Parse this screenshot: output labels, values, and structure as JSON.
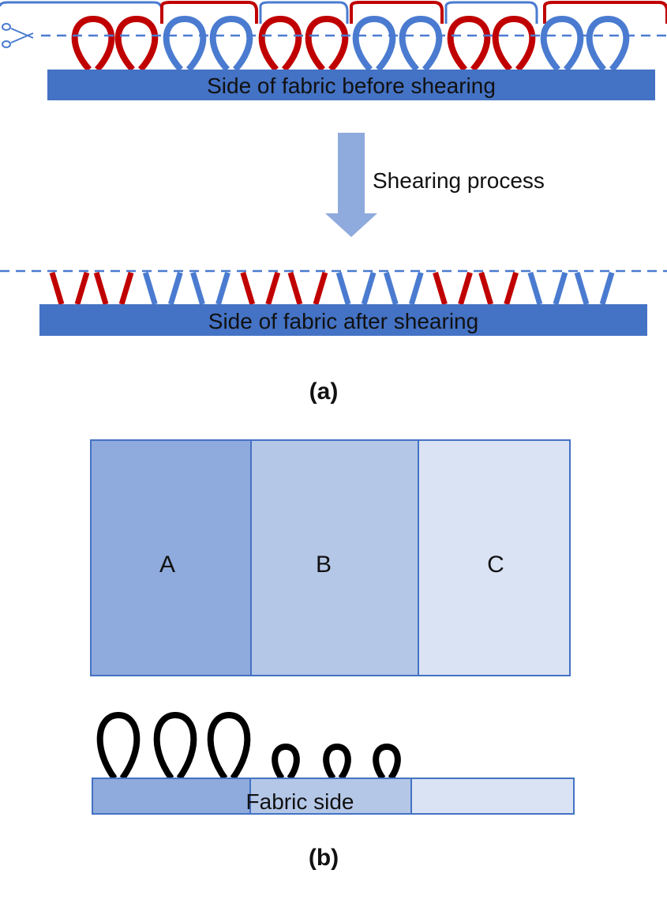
{
  "panel_a": {
    "before_label": "Side of fabric before shearing",
    "process_label": "Shearing process",
    "after_label": "Side of fabric after shearing",
    "caption": "(a)",
    "loop_colors": [
      "red",
      "red",
      "blue",
      "blue",
      "red",
      "red",
      "blue",
      "blue",
      "red",
      "red",
      "blue",
      "blue"
    ]
  },
  "panel_b": {
    "zones": [
      {
        "label": "A",
        "color": "#8faadc"
      },
      {
        "label": "B",
        "color": "#b4c7e7"
      },
      {
        "label": "C",
        "color": "#dae3f3"
      }
    ],
    "fabric_label": "Fabric side",
    "caption": "(b)"
  },
  "colors": {
    "red": "#c00000",
    "blue": "#4a7bd0",
    "fabric": "#4472c4",
    "arrow": "#8faadc",
    "border": "#4472c4"
  }
}
